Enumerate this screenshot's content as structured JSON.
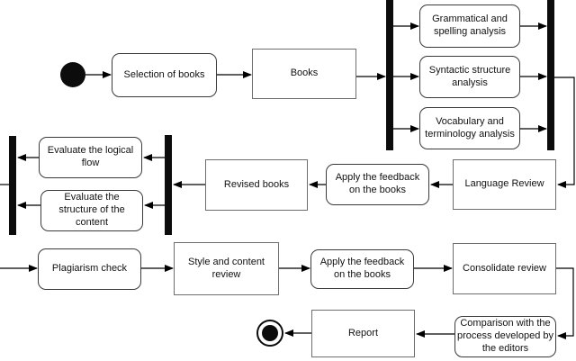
{
  "diagram": {
    "type": "uml-activity-diagram",
    "background_color": "#ffffff",
    "line_color": "#000000",
    "node_fill": "#ffffff",
    "action_border_color": "#3a3a3a",
    "object_border_color": "#6e6e6e",
    "nodes": {
      "selection": "Selection of books",
      "books": "Books",
      "grammatical": "Grammatical and spelling analysis",
      "syntactic": "Syntactic structure analysis",
      "vocabulary": "Vocabulary and terminology analysis",
      "language_review": "Language Review",
      "apply_feedback_1": "Apply the feedback on the books",
      "revised_books": "Revised books",
      "evaluate_flow": "Evaluate the logical flow",
      "evaluate_structure": "Evaluate the structure of the content",
      "plagiarism": "Plagiarism check",
      "style_review": "Style and content review",
      "apply_feedback_2": "Apply the feedback on the books",
      "consolidate": "Consolidate review",
      "comparison": "Comparison with the process developed by the editors",
      "report": "Report"
    }
  }
}
